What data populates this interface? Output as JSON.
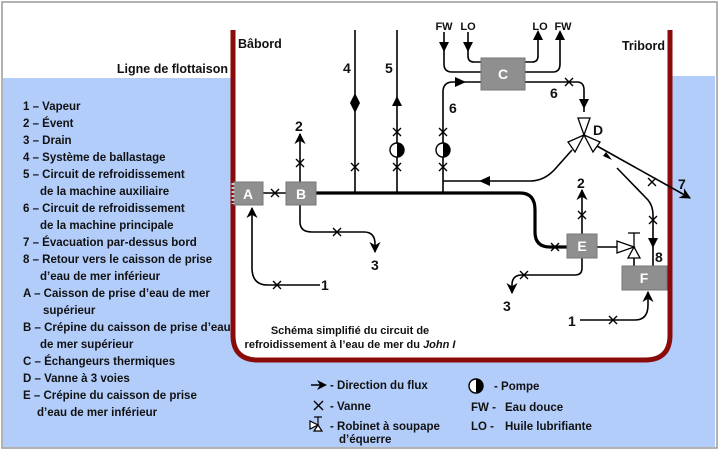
{
  "colors": {
    "water": "#b3cdfb",
    "hull": "#8b0a0a",
    "box": "#8f8f8f"
  },
  "header": {
    "waterline": "Ligne de flottaison",
    "port": "Bâbord",
    "starboard": "Tribord"
  },
  "left_legend": [
    "1 – Vapeur",
    "2 – Évent",
    "3 – Drain",
    "4 – Système de ballastage",
    "5 – Circuit de refroidissement",
    "de la machine auxiliaire",
    "6 – Circuit de refroidissement",
    "de la machine principale",
    "7 – Évacuation par-dessus bord",
    "8 – Retour vers le caisson de prise",
    "d’eau de mer inférieur",
    "A – Caisson de prise d’eau de mer",
    "supérieur",
    "B – Crépine du caisson de prise d’eau",
    "de mer supérieur",
    "C – Échangeurs thermiques",
    "D – Vanne à 3 voies",
    "E – Crépine du caisson de prise",
    "d’eau de mer inférieur"
  ],
  "components": {
    "A": "A",
    "B": "B",
    "C": "C",
    "D": "D",
    "E": "E",
    "F": "F"
  },
  "line_labels": {
    "vapeur_left": "1",
    "event_left": "2",
    "drain_left": "3",
    "ballast": "4",
    "aux": "5",
    "main_6a": "6",
    "main_6b": "6",
    "overboard": "7",
    "return": "8",
    "event_right": "2",
    "drain_right": "3",
    "vapeur_right": "1"
  },
  "heat_exchanger_ports": {
    "fw_in": "FW",
    "lo_in": "LO",
    "lo_out": "LO",
    "fw_out": "FW"
  },
  "caption": {
    "line1": "Schéma simplifié du circuit de",
    "line2_prefix": "refroidissement à l’eau de mer du ",
    "line2_italic": "John I"
  },
  "bottom_legend": {
    "flow": "- Direction du flux",
    "valve": "- Vanne",
    "globe_valve_1": "- Robinet à soupape",
    "globe_valve_2": "d’équerre",
    "pump": "- Pompe",
    "fw_abbr": "FW -",
    "fw_text": "Eau douce",
    "lo_abbr": "LO -",
    "lo_text": "Huile lubrifiante"
  }
}
